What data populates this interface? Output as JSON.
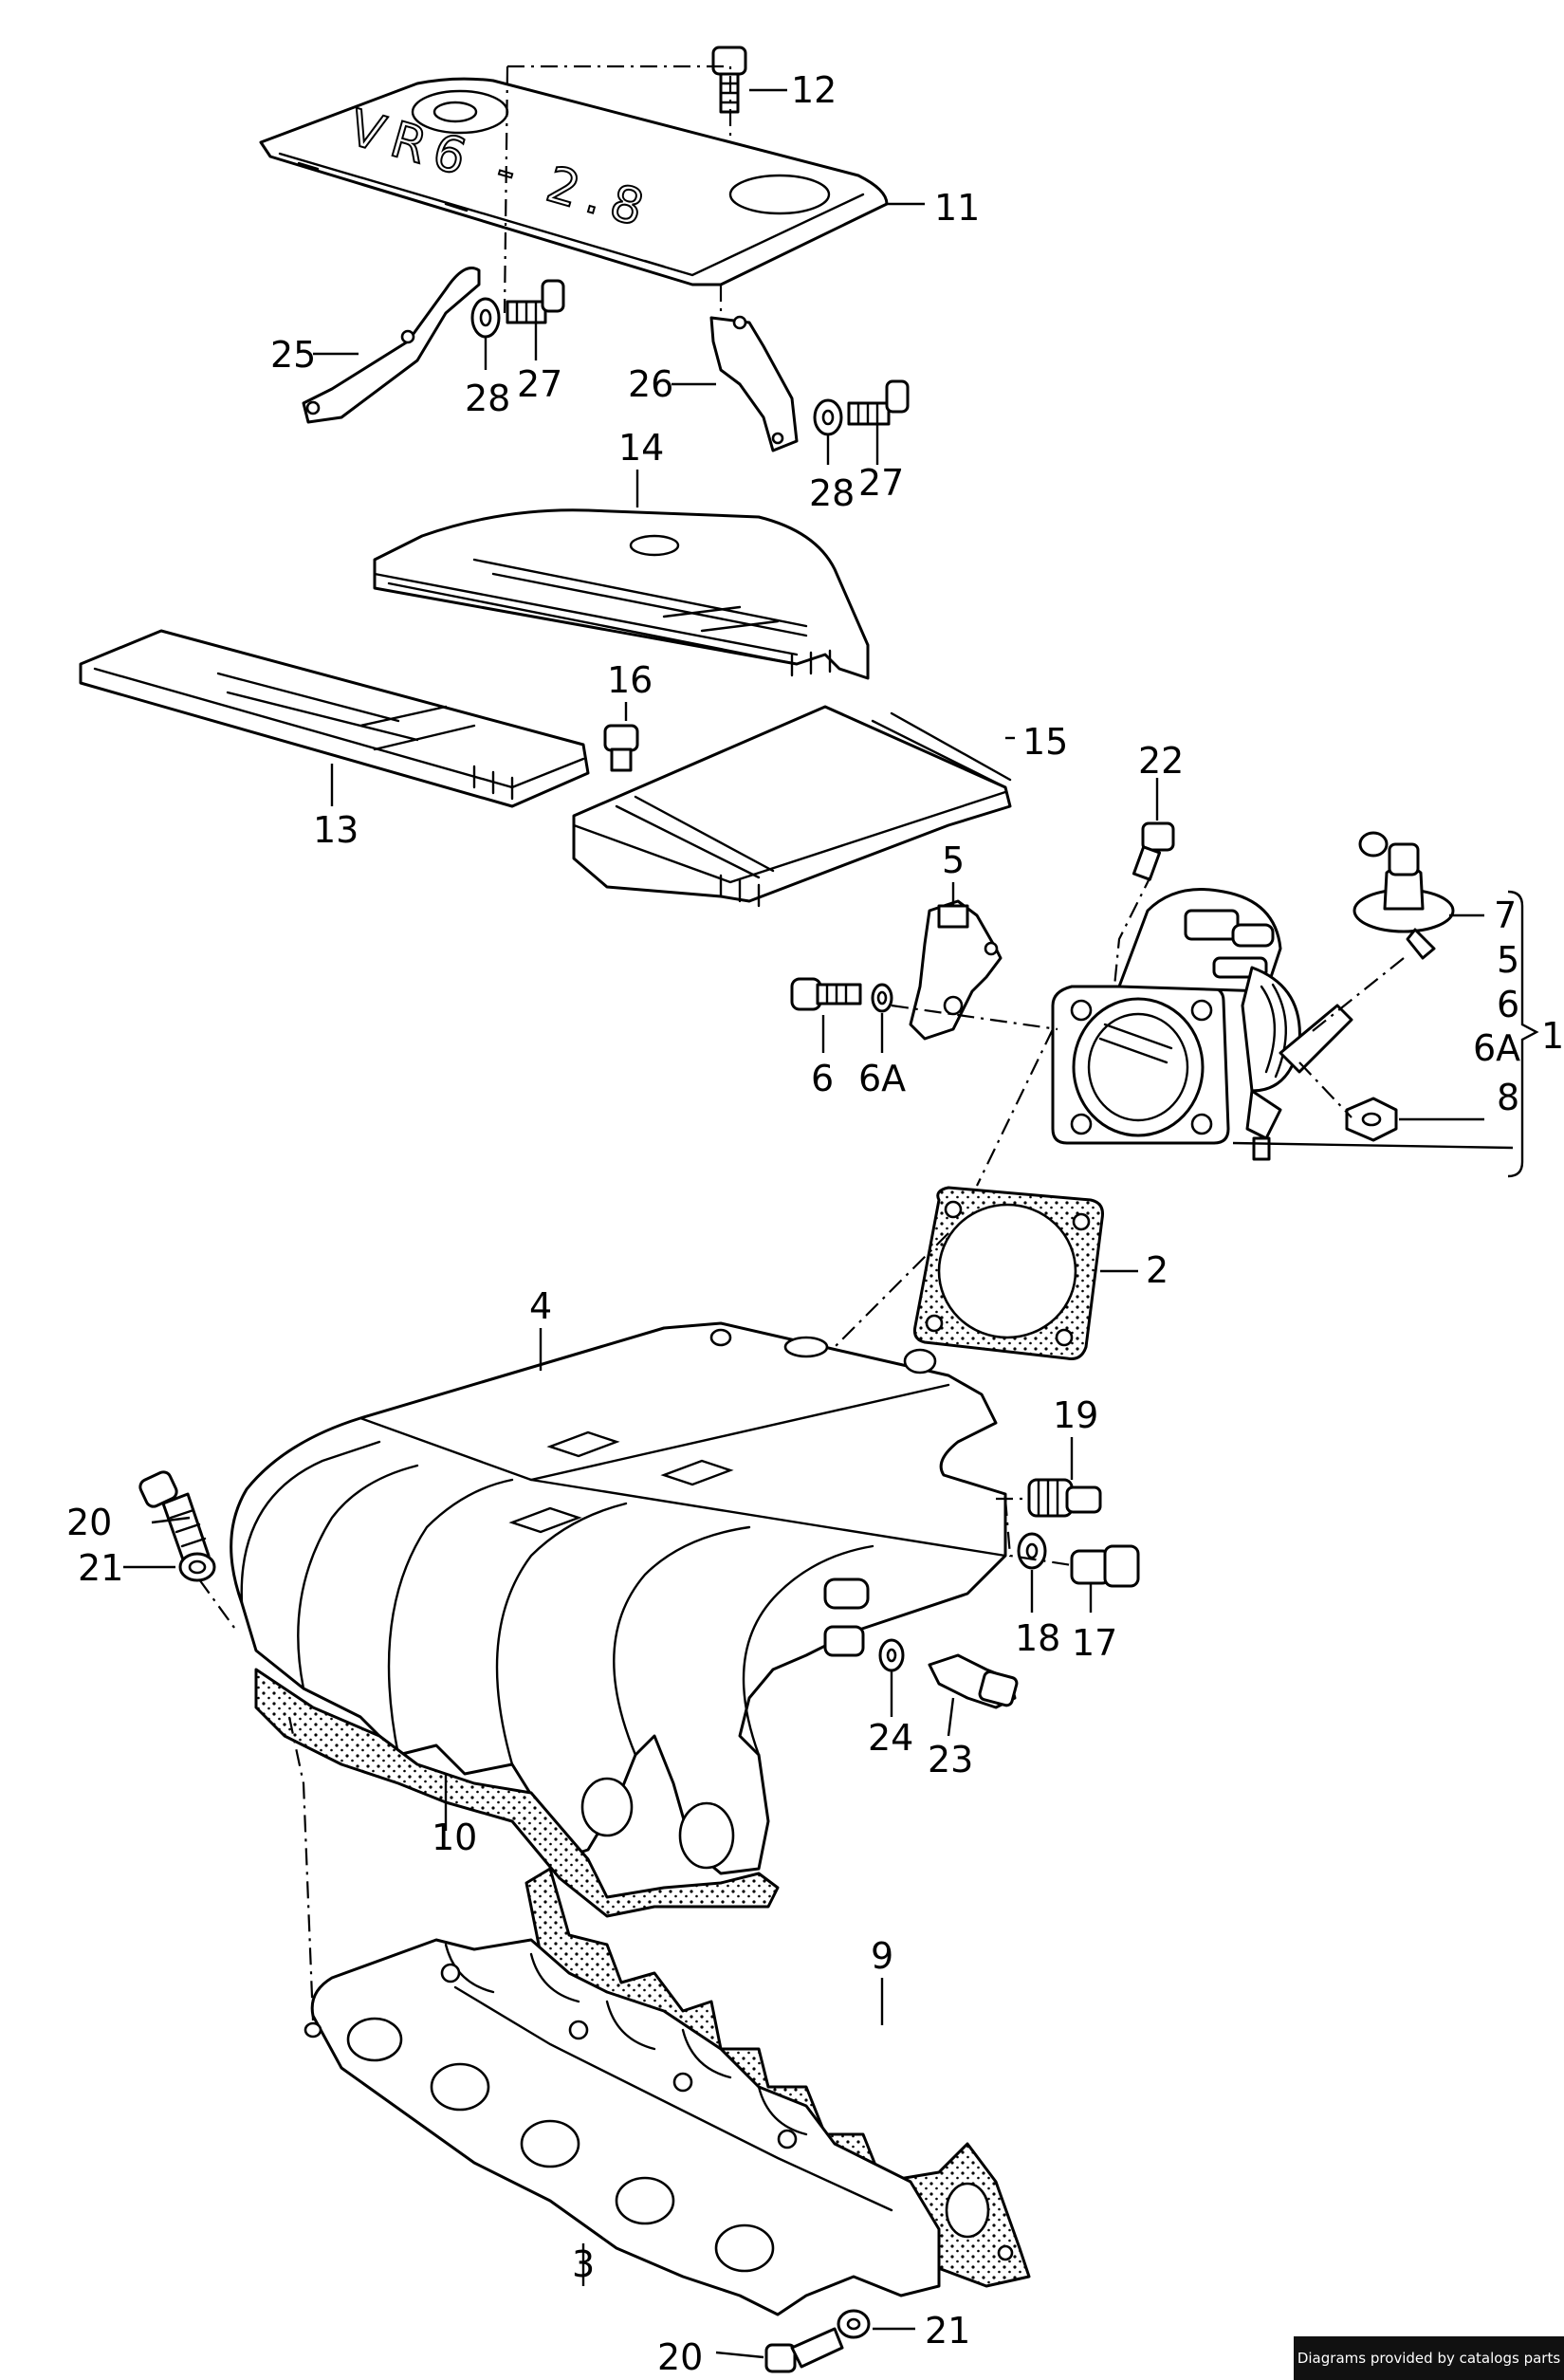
{
  "labels": {
    "p1": "1",
    "p2": "2",
    "p3": "3",
    "p4": "4",
    "p5a": "5",
    "p5b": "5",
    "p6a": "6",
    "p6b": "6",
    "p6Aa": "6A",
    "p6Ab": "6A",
    "p7": "7",
    "p8": "8",
    "p9": "9",
    "p10": "10",
    "p11": "11",
    "p12": "12",
    "p13": "13",
    "p14": "14",
    "p15": "15",
    "p16": "16",
    "p17": "17",
    "p18": "18",
    "p19": "19",
    "p20a": "20",
    "p20b": "20",
    "p21a": "21",
    "p21b": "21",
    "p22": "22",
    "p23": "23",
    "p24": "24",
    "p25": "25",
    "p26": "26",
    "p27a": "27",
    "p27b": "27",
    "p28a": "28",
    "p28b": "28"
  },
  "cover_text": "VR6 - 2.8",
  "credit": "Diagrams provided by catalogs parts"
}
